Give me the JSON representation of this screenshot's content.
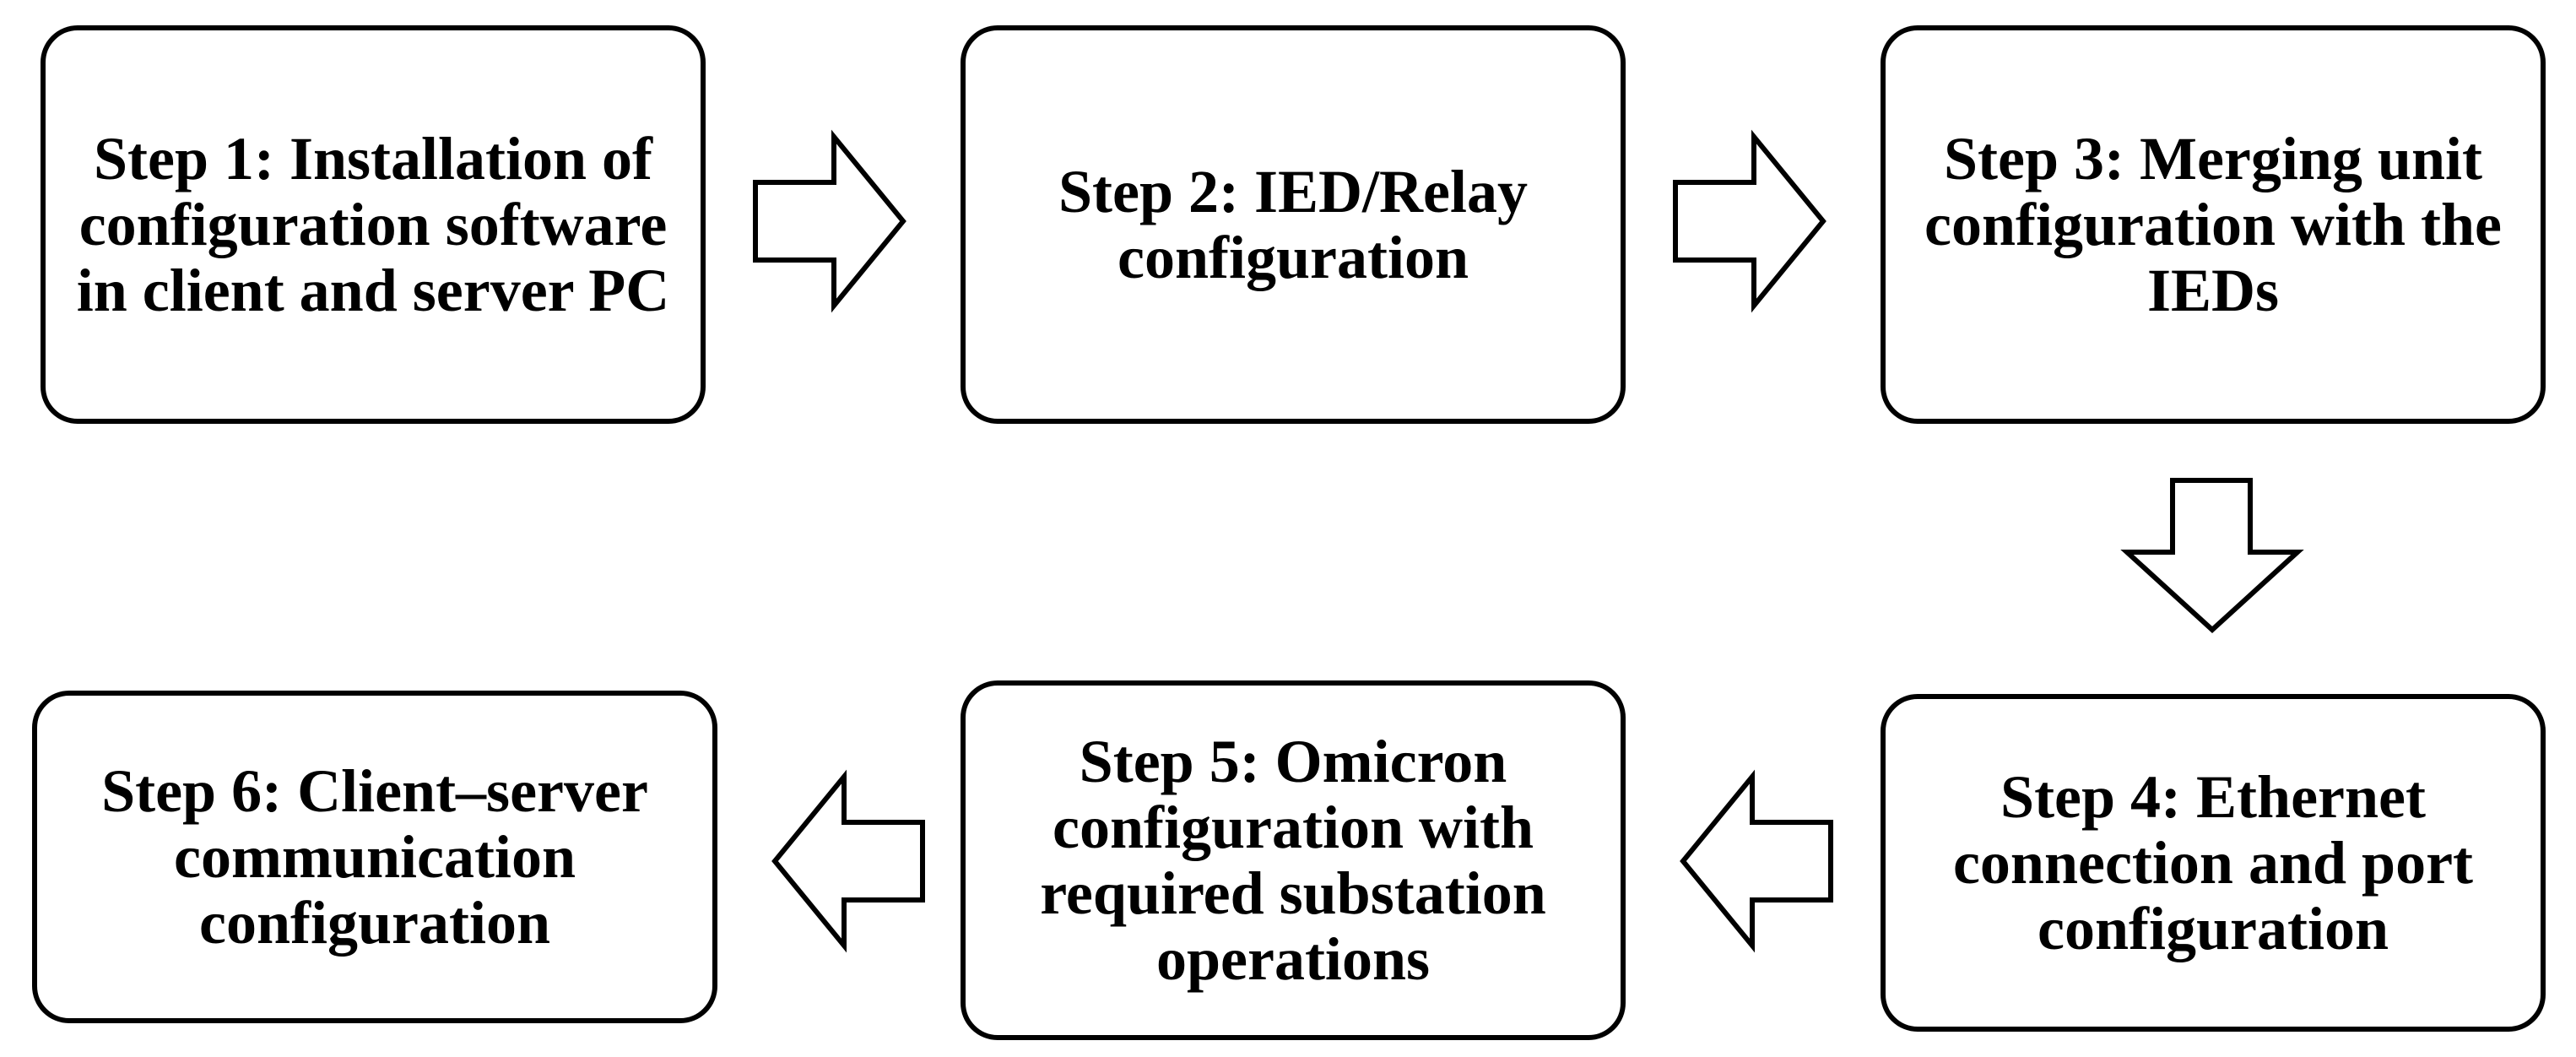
{
  "steps": [
    {
      "label": "Step 1: Installation of configuration software in client and server PC"
    },
    {
      "label": "Step 2: IED/Relay configuration"
    },
    {
      "label": "Step 3: Merging unit configuration with the IEDs"
    },
    {
      "label": "Step 4: Ethernet connection and port configuration"
    },
    {
      "label": "Step 5: Omicron configuration with required substation operations"
    },
    {
      "label": "Step 6: Client–server communication configuration"
    }
  ],
  "colors": {
    "stroke": "#000000",
    "fill": "#ffffff"
  }
}
